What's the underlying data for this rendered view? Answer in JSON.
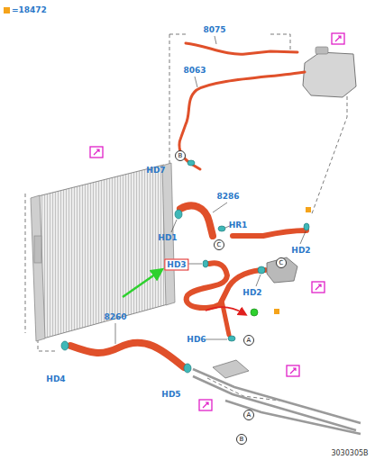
{
  "diagram": {
    "nodes": [
      {
        "text": [
          "B"
        ]
      },
      {
        "text": [
          "C"
        ]
      },
      {
        "text": [
          "C"
        ]
      },
      {
        "text": [
          "HD3"
        ]
      },
      {
        "text": [
          "A"
        ]
      },
      {
        "text": [
          "A"
        ]
      },
      {
        "text": [
          "B"
        ]
      }
    ],
    "labels": [
      "8075",
      "8063",
      "HD7",
      "8286",
      "HD1",
      "HR1",
      "HD2",
      "HD2",
      "HD6",
      "8260",
      "HD4",
      "HD5",
      "3030305B"
    ],
    "legend": [
      {
        "text": "=18472",
        "color": "#f5a31a"
      }
    ]
  }
}
